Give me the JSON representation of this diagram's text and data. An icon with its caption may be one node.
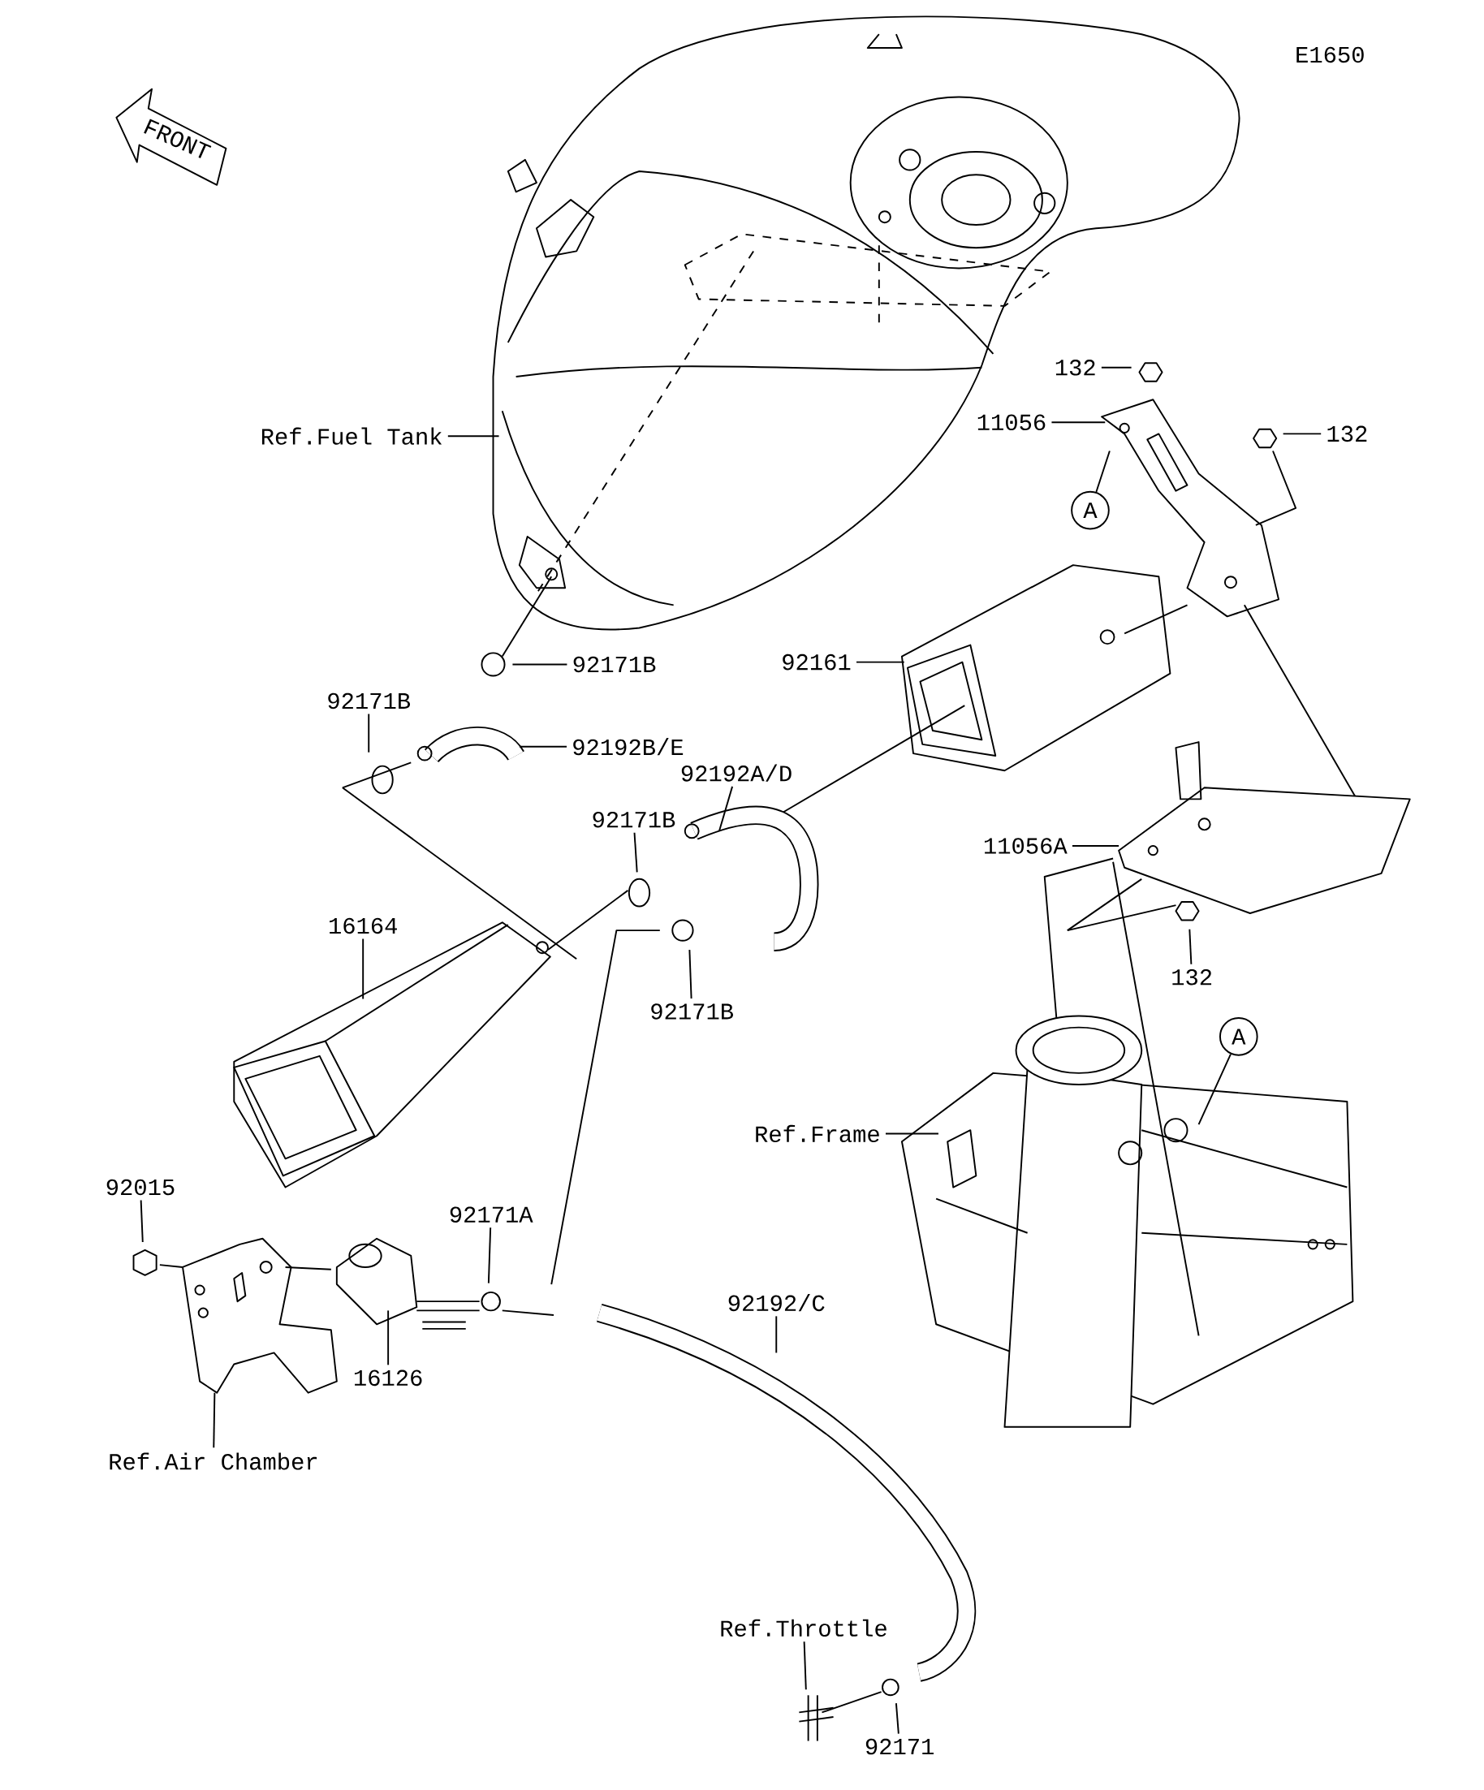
{
  "diagram": {
    "nodes": [
      {
        "text": [
          "132"
        ]
      },
      {
        "text": [
          "11056"
        ]
      },
      {
        "text": [
          "132"
        ]
      },
      {
        "text": [
          "Ref.Fuel Tank"
        ]
      },
      {
        "text": [
          "A"
        ]
      },
      {
        "text": [
          "92171B"
        ]
      },
      {
        "text": [
          "92161"
        ]
      },
      {
        "text": [
          "92171B"
        ]
      },
      {
        "text": [
          "92192B/E"
        ]
      },
      {
        "text": [
          "92192A/D"
        ]
      },
      {
        "text": [
          "92171B"
        ]
      },
      {
        "text": [
          "11056A"
        ]
      },
      {
        "text": [
          "16164"
        ]
      },
      {
        "text": [
          "132"
        ]
      },
      {
        "text": [
          "92171B"
        ]
      },
      {
        "text": [
          "A"
        ]
      },
      {
        "text": [
          "Ref.Frame"
        ]
      },
      {
        "text": [
          "92015"
        ]
      },
      {
        "text": [
          "92171A"
        ]
      },
      {
        "text": [
          "92192/C"
        ]
      },
      {
        "text": [
          "16126"
        ]
      },
      {
        "text": [
          "Ref.Air Chamber"
        ]
      },
      {
        "text": [
          "Ref.Throttle"
        ]
      },
      {
        "text": [
          "92171"
        ]
      }
    ],
    "edges": [
      {
        "from": 0,
        "to": null,
        "arrow": "none"
      },
      {
        "from": 1,
        "to": null,
        "arrow": "none"
      },
      {
        "from": 2,
        "to": null,
        "arrow": "none"
      },
      {
        "from": 3,
        "to": null,
        "arrow": "none"
      },
      {
        "from": 4,
        "to": null,
        "arrow": "none"
      },
      {
        "from": 5,
        "to": null,
        "arrow": "none"
      },
      {
        "from": 6,
        "to": null,
        "arrow": "none"
      },
      {
        "from": 7,
        "to": null,
        "arrow": "none"
      },
      {
        "from": 8,
        "to": null,
        "arrow": "none"
      },
      {
        "from": 9,
        "to": null,
        "arrow": "none"
      },
      {
        "from": 10,
        "to": null,
        "arrow": "none"
      },
      {
        "from": 11,
        "to": null,
        "arrow": "none"
      },
      {
        "from": 12,
        "to": null,
        "arrow": "none"
      },
      {
        "from": 13,
        "to": null,
        "arrow": "none"
      },
      {
        "from": 14,
        "to": null,
        "arrow": "none"
      },
      {
        "from": 15,
        "to": null,
        "arrow": "none"
      },
      {
        "from": 16,
        "to": null,
        "arrow": "none"
      },
      {
        "from": 17,
        "to": null,
        "arrow": "none"
      },
      {
        "from": 18,
        "to": null,
        "arrow": "none"
      },
      {
        "from": 19,
        "to": null,
        "arrow": "none"
      },
      {
        "from": 20,
        "to": null,
        "arrow": "none"
      },
      {
        "from": 21,
        "to": null,
        "arrow": "none"
      },
      {
        "from": 22,
        "to": null,
        "arrow": "none"
      },
      {
        "from": 23,
        "to": null,
        "arrow": "none"
      }
    ],
    "labels": [
      "E1650",
      "FRONT"
    ]
  }
}
